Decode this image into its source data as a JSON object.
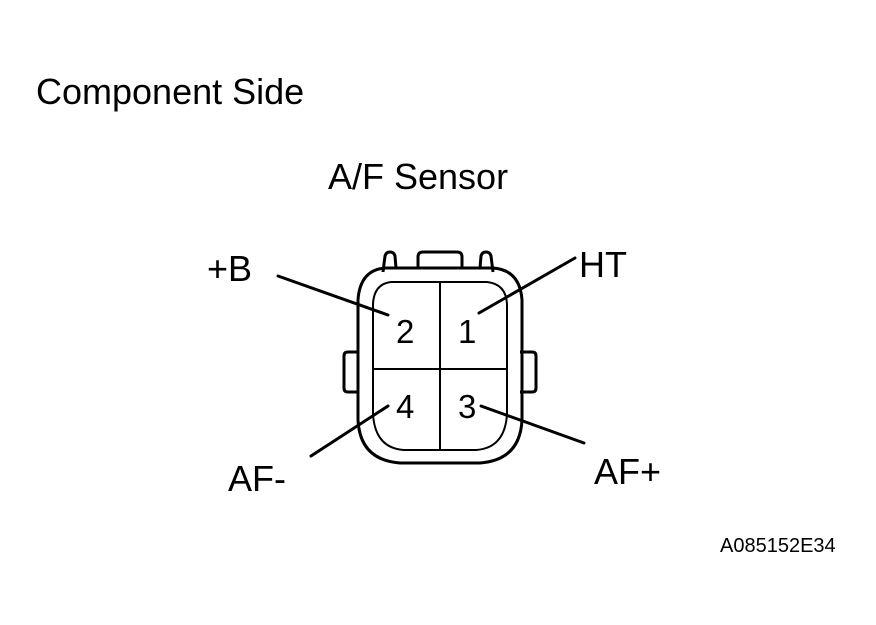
{
  "heading": "Component Side",
  "connector": {
    "title": "A/F Sensor",
    "pins": [
      {
        "number": "1",
        "signal": "HT"
      },
      {
        "number": "2",
        "signal": "+B"
      },
      {
        "number": "3",
        "signal": "AF+"
      },
      {
        "number": "4",
        "signal": "AF-"
      }
    ]
  },
  "figure_code": "A085152E34"
}
